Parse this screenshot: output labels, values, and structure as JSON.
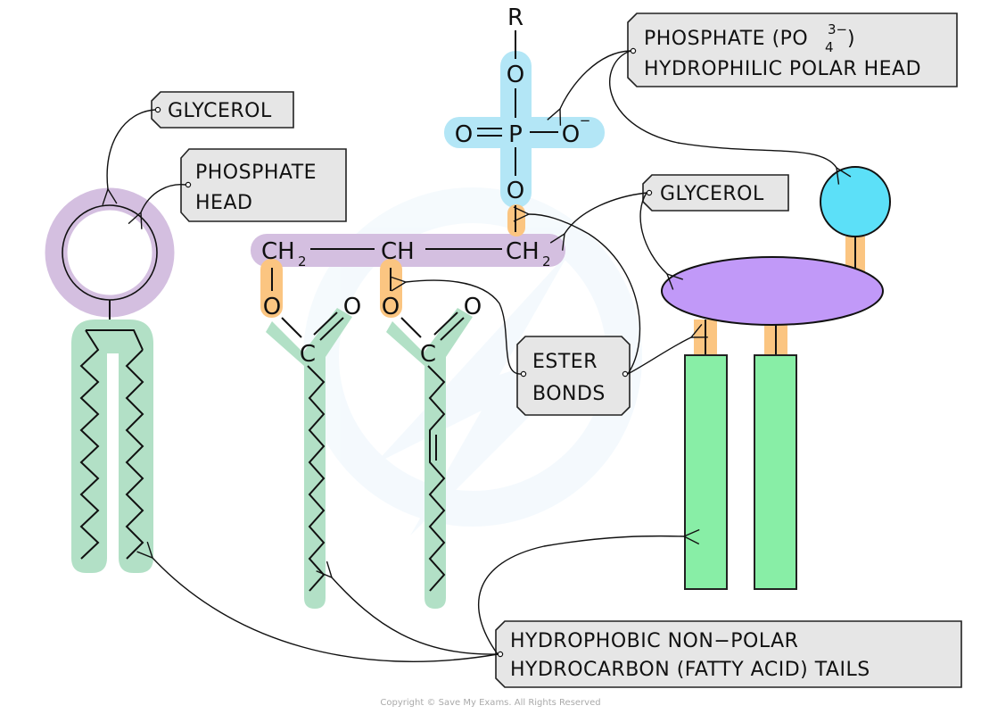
{
  "title": "Phospholipid structure",
  "colors": {
    "phosphate": "#b3e6f6",
    "glycerol": "#d4bfe0",
    "ester": "#fbc581",
    "tail": "#b2e0c6",
    "model_head": "#5ce0f8",
    "model_glycerol": "#c199f8",
    "model_tail": "#88eea6",
    "label_box": "#e6e6e6"
  },
  "labels": {
    "glycerol_left": "GLYCEROL",
    "phosphate_head_line1": "PHOSPHATE",
    "phosphate_head_line2": "HEAD",
    "phosphate_polar_line1": "PHOSPHATE  (PO",
    "phosphate_polar_sub": "4",
    "phosphate_polar_sup": "3−",
    "phosphate_polar_close": ")",
    "phosphate_polar_line2": "HYDROPHILIC  POLAR  HEAD",
    "glycerol_right": "GLYCEROL",
    "ester_line1": "ESTER",
    "ester_line2": "BONDS",
    "tails_line1": "HYDROPHOBIC  NON−POLAR",
    "tails_line2": "HYDROCARBON (FATTY ACID)  TAILS"
  },
  "chemistry": {
    "r_group": "R",
    "oxygen": "O",
    "phosphorus": "P",
    "negative": "−",
    "carbon": "C",
    "ch2": "CH",
    "ch": "CH",
    "sub2": "2"
  },
  "copyright": "Copyright © Save My Exams. All Rights Reserved"
}
